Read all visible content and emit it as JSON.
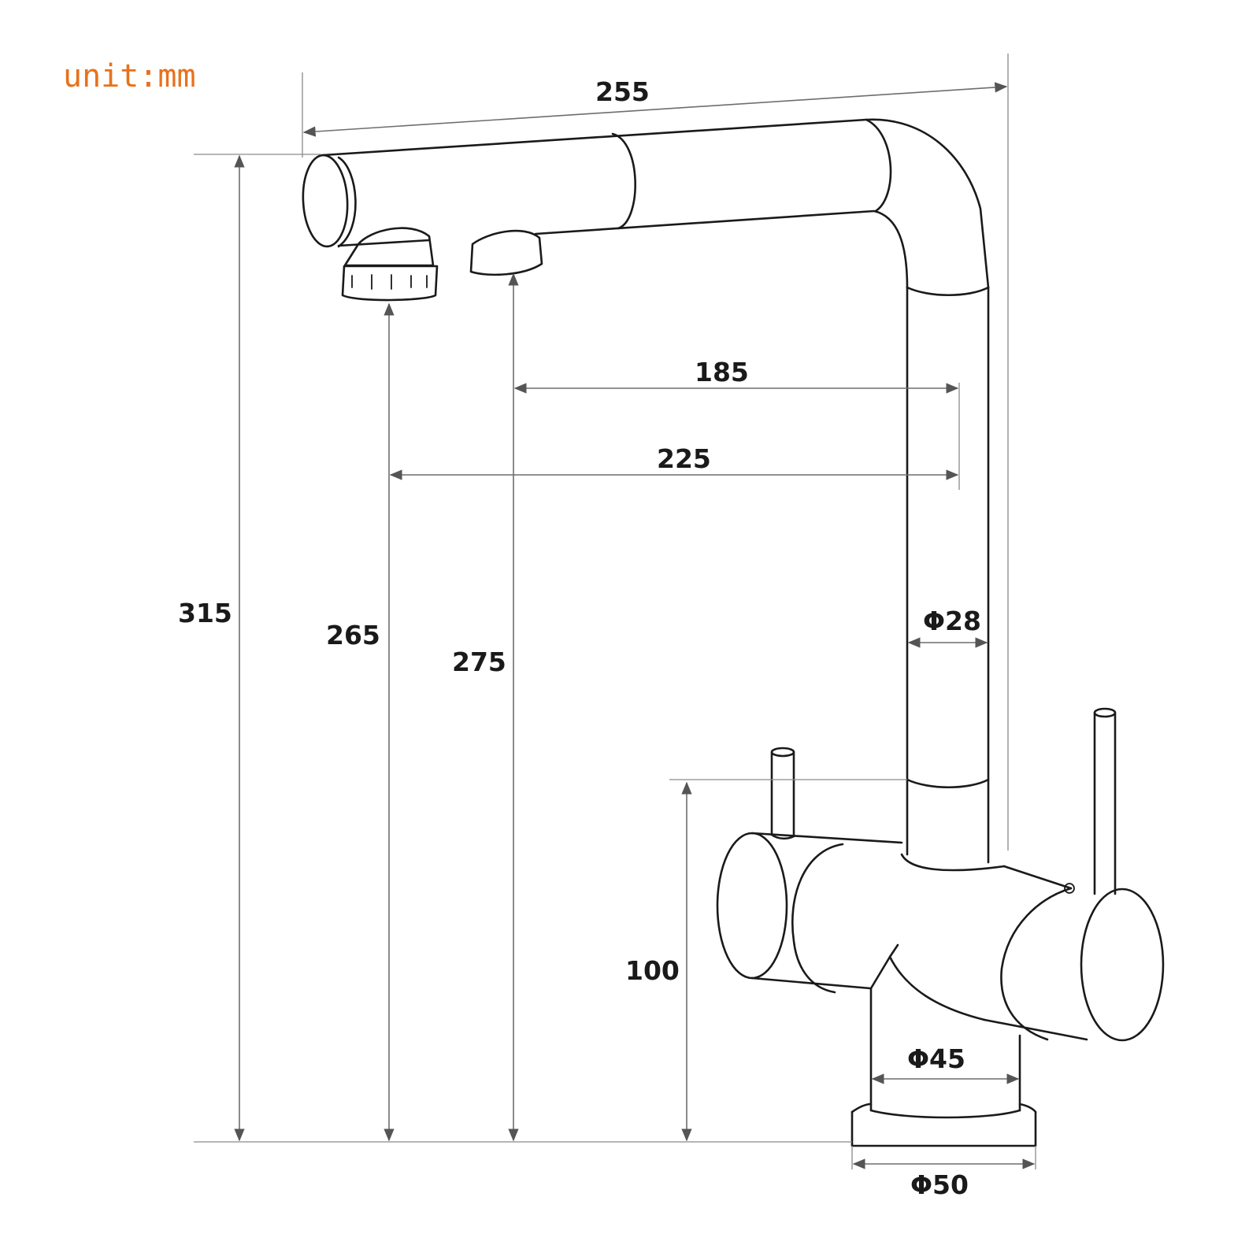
{
  "unit_label": "unit:mm",
  "colors": {
    "unit_label": "#e8711d",
    "outline": "#1a1a1a",
    "dimension_line": "#6e6e6e"
  },
  "dimensions": {
    "total_length": "255",
    "spray_outlet_reach": "185",
    "main_outlet_reach": "225",
    "total_height": "315",
    "main_outlet_height": "265",
    "spray_outlet_height": "275",
    "spout_diameter": "Φ28",
    "body_height": "100",
    "body_diameter": "Φ45",
    "base_diameter": "Φ50"
  }
}
